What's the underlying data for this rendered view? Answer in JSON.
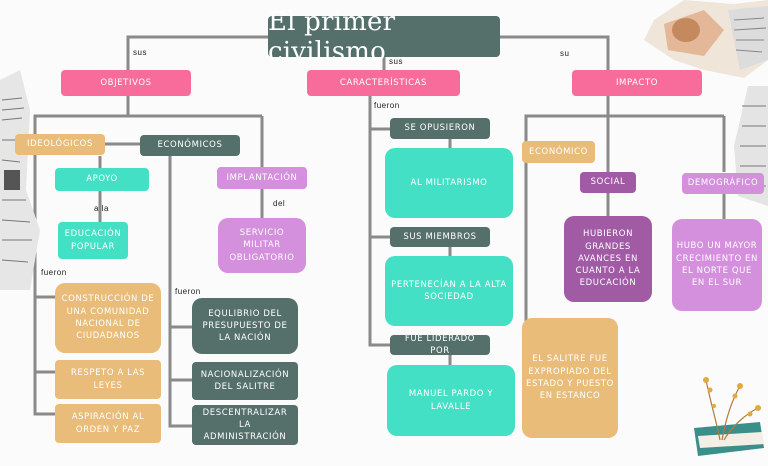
{
  "title": "El primer civilismo",
  "connectors": {
    "sus_left": "sus",
    "sus_center": "sus",
    "su_right": "su",
    "fueron_center": "fueron",
    "a_la": "a la",
    "del": "del",
    "fueron_left": "fueron",
    "fueron_mid": "fueron"
  },
  "branches": {
    "objetivos": "OBJETIVOS",
    "caracteristicas": "CARACTERÍSTICAS",
    "impacto": "IMPACTO"
  },
  "objetivos": {
    "ideologicos": "IDEOLÓGICOS",
    "economicos": "ECONÓMICOS",
    "apoyo": "APOYO",
    "educacion_popular": "EDUCACIÓN POPULAR",
    "construccion": "CONSTRUCCIÓN DE UNA COMUNIDAD NACIONAL DE CIUDADANOS",
    "respeto": "RESPETO A LAS LEYES",
    "aspiracion": "ASPIRACIÓN AL ORDEN Y PAZ",
    "implantacion": "IMPLANTACIÓN",
    "servicio": "SERVICIO MILITAR OBLIGATORIO",
    "equilibrio": "EQULIBRIO DEL PRESUPUESTO DE LA NACIÓN",
    "nacionalizacion": "NACIONALIZACIÓN DEL SALITRE",
    "descentralizar": "DESCENTRALIZAR LA ADMINISTRACIÓN"
  },
  "caracteristicas": {
    "se_opusieron": "SE OPUSIERON",
    "militarismo": "AL MILITARISMO",
    "sus_miembros": "SUS MIEMBROS",
    "pertenecian": "PERTENECÍAN A LA ALTA SOCIEDAD",
    "fue_liderado": "FUE LIDERADO POR",
    "manuel": "MANUEL PARDO Y LAVALLE"
  },
  "impacto": {
    "economico": "ECONÓMICO",
    "social": "SOCIAL",
    "demografico": "DEMOGRÁFICO",
    "salitre": "EL SALITRE FUE EXPROPIADO DEL ESTADO Y PUESTO EN ESTANCO",
    "hubieron": "HUBIERON GRANDES AVANCES EN CUANTO A LA EDUCACIÓN",
    "hubo": "HUBO UN MAYOR CRECIMIENTO EN EL NORTE QUE EN EL SUR"
  },
  "colors": {
    "dark": "#55706a",
    "pink": "#f86c9b",
    "teal": "#43e0c5",
    "tan": "#e9bc7a",
    "lilac": "#d490dc",
    "purple": "#a05ba4",
    "line": "#8a8a8a"
  },
  "decorations": [
    "newspaper-collage-icon",
    "dried-flowers-icon"
  ]
}
